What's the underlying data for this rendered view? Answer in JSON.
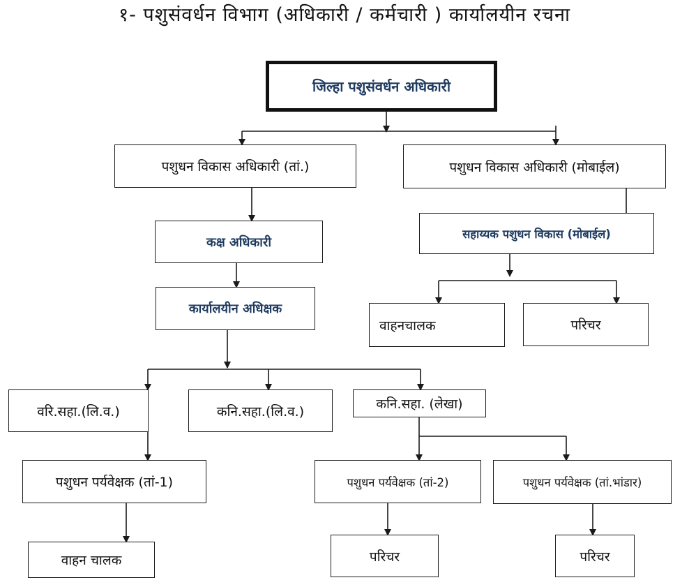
{
  "title": "१- पशुसंवर्धन विभाग (अधिकारी / कर्मचारी ) कार्यालयीन रचना",
  "colors": {
    "heading_text": "#1f3a5f",
    "border": "#1a1a1a",
    "background": "#ffffff"
  },
  "nodes": {
    "root": "जिल्हा पशुसंवर्धन अधिकारी",
    "ldo_taluka": "पशुधन विकास अधिकारी (तां.)",
    "ldo_mobile": "पशुधन विकास अधिकारी (मोबाईल)",
    "section_officer": "कक्ष अधिकारी",
    "asst_ldo_mobile": "सहाय्यक पशुधन विकास (मोबाईल)",
    "office_superintendent": "कार्यालयीन अधिक्षक",
    "driver_mobile": "वाहनचालक",
    "attendant_mobile": "परिचर",
    "senior_clerk": "वरि.सहा.(लि.व.)",
    "junior_clerk": "कनि.सहा.(लि.व.)",
    "junior_clerk_accounts": "कनि.सहा. (लेखा)",
    "supervisor_1": "पशुधन पर्यवेक्षक (तां-1)",
    "supervisor_2": "पशुधन पर्यवेक्षक (तां-2)",
    "supervisor_store": "पशुधन पर्यवेक्षक (तां.भांडार)",
    "driver": "वाहन चालक",
    "attendant_2": "परिचर",
    "attendant_store": "परिचर"
  }
}
